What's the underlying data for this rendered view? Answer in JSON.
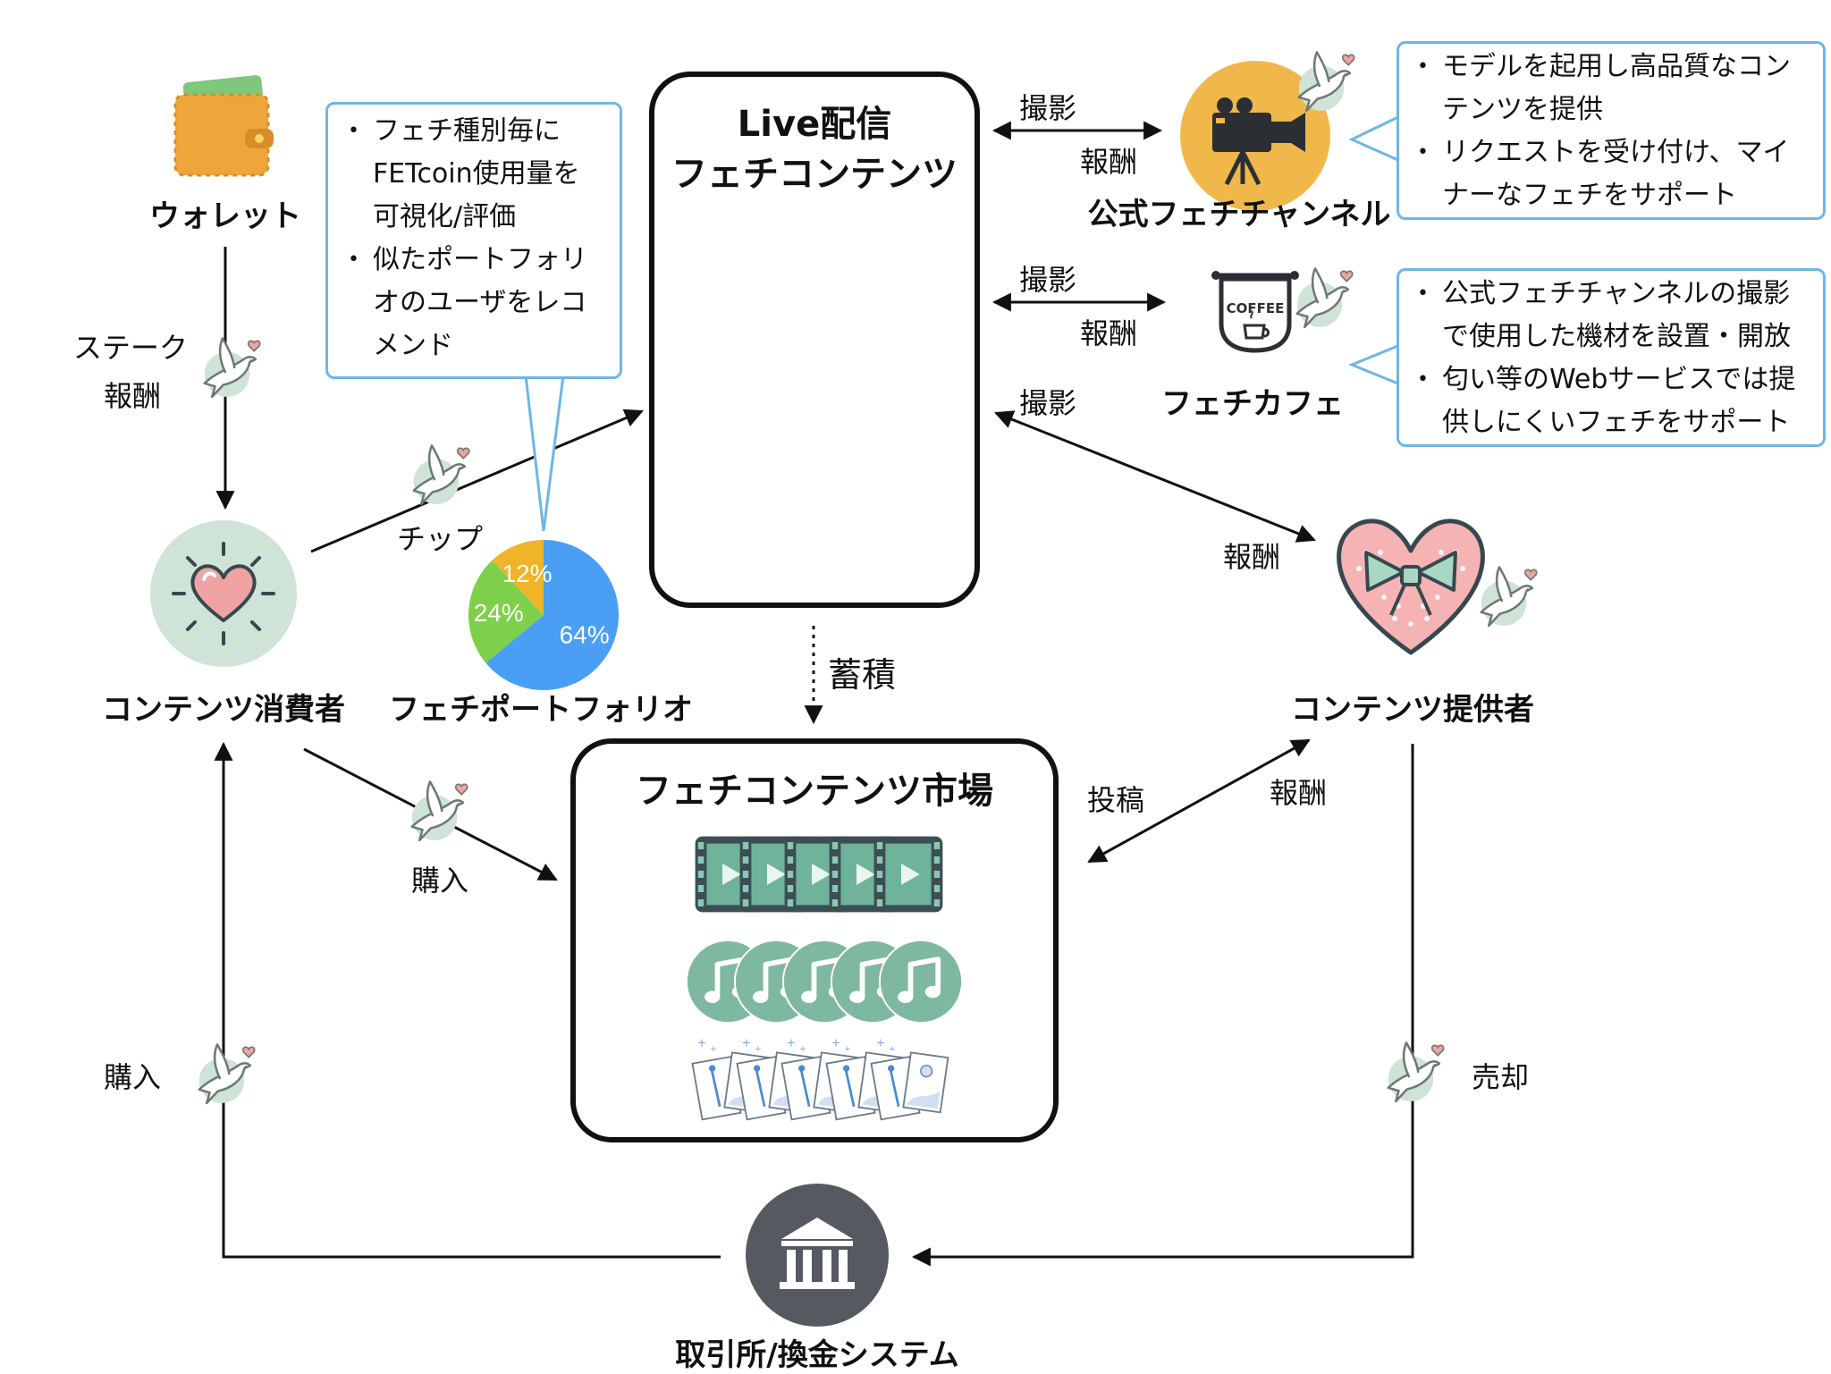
{
  "nodes": {
    "wallet": "ウォレット",
    "consumer": "コンテンツ消費者",
    "portfolio": "フェチポートフォリオ",
    "official_channel": "公式フェチチャンネル",
    "fetch_cafe": "フェチカフェ",
    "provider": "コンテンツ提供者",
    "exchange": "取引所/換金システム"
  },
  "boxes": {
    "live_title_1": "Live配信",
    "live_title_2": "フェチコンテンツ",
    "market_title": "フェチコンテンツ市場"
  },
  "edges": {
    "stake": "ステーク",
    "stake_reward": "報酬",
    "tip": "チップ",
    "accumulate": "蓄積",
    "buy_market": "購入",
    "buy_exchange": "購入",
    "sell": "売却",
    "post": "投稿",
    "post_reward": "報酬",
    "shoot_1": "撮影",
    "reward_1": "報酬",
    "shoot_2": "撮影",
    "reward_2": "報酬",
    "shoot_3": "撮影",
    "reward_3": "報酬"
  },
  "bubbles": {
    "portfolio": [
      "フェチ種別毎に\nFETcoin使用量を\n可視化/評価",
      "似たポートフォリ\nオのユーザをレコ\nメンド"
    ],
    "official": [
      "モデルを起用し高品質なコン\nテンツを提供",
      "リクエストを受け付け、マイ\nナーなフェチをサポート"
    ],
    "cafe": [
      "公式フェチチャンネルの撮影\nで使用した機材を設置・開放",
      "匂い等のWebサービスでは提\n供しにくいフェチをサポート"
    ]
  },
  "cafe_sign": "COFFEE",
  "chart_data": {
    "type": "pie",
    "title": "",
    "slices": [
      {
        "label": "64%",
        "value": 64,
        "color": "#4a9ff5"
      },
      {
        "label": "24%",
        "value": 24,
        "color": "#7ed04b"
      },
      {
        "label": "12%",
        "value": 12,
        "color": "#f0b429"
      }
    ]
  },
  "colors": {
    "accent_blue": "#6db6e6",
    "icon_teal": "#8fc4ae",
    "icon_teal_light": "#cfe3d6",
    "camera_circle": "#f0b84a",
    "exchange_circle": "#555a61"
  },
  "icons": [
    "wallet-icon",
    "heart-sun-icon",
    "video-icon",
    "music-icon",
    "image-icon",
    "camera-icon",
    "coffee-sign-icon",
    "gift-heart-icon",
    "bank-icon",
    "dove-icon"
  ]
}
